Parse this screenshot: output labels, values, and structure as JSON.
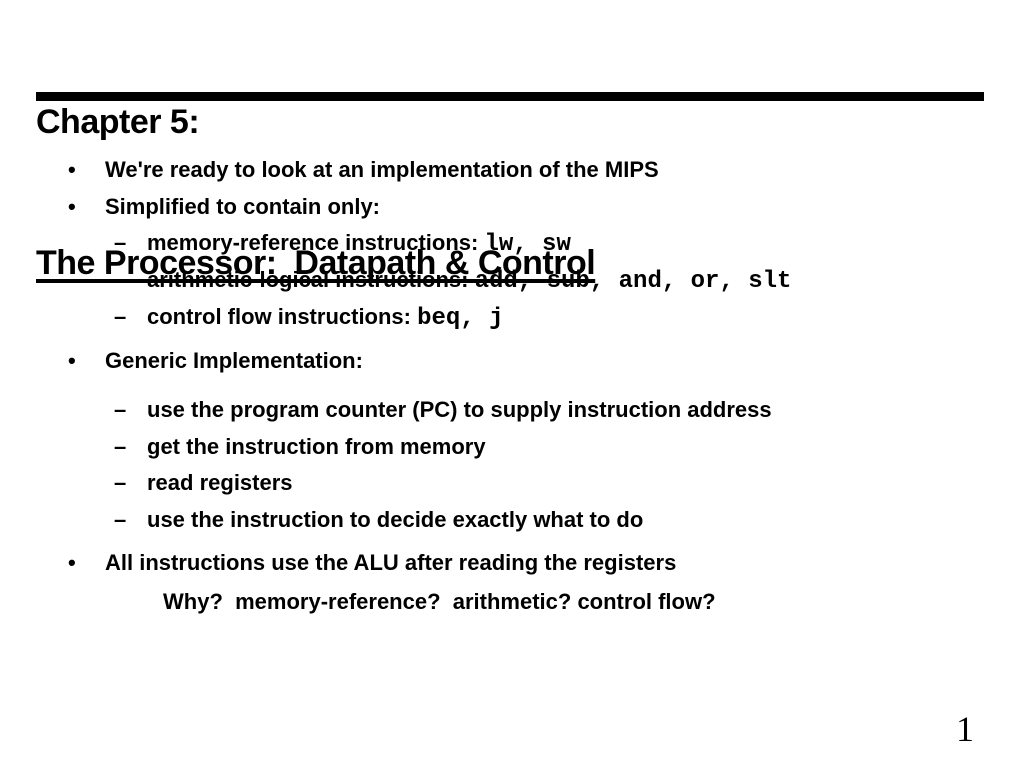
{
  "slide": {
    "title": {
      "line1": "Chapter 5:",
      "line2": "The Processor:  Datapath & Control"
    },
    "markers": {
      "bullet": "•",
      "dash": "–"
    },
    "bullets": [
      {
        "level": 1,
        "text": "We're ready to look at an implementation of the MIPS"
      },
      {
        "level": 1,
        "text": "Simplified to contain only:"
      },
      {
        "level": 2,
        "text": "memory-reference instructions: ",
        "mono": "lw, sw"
      },
      {
        "level": 2,
        "text": "arithmetic-logical instructions: ",
        "mono": "add, sub, and, or, slt"
      },
      {
        "level": 2,
        "text": "control flow instructions: ",
        "mono": "beq, j"
      },
      {
        "level": 1,
        "text": "Generic Implementation:"
      },
      {
        "level": 2,
        "text": "use the program counter (PC) to supply instruction address"
      },
      {
        "level": 2,
        "text": "get the instruction from memory"
      },
      {
        "level": 2,
        "text": "read registers"
      },
      {
        "level": 2,
        "text": "use the instruction to decide exactly what to do"
      },
      {
        "level": 1,
        "text": "All instructions use the ALU after reading the registers"
      },
      {
        "level": 0,
        "text": "Why?  memory-reference?  arithmetic? control flow?"
      }
    ],
    "page_number": "1",
    "colors": {
      "text": "#000000",
      "background": "#ffffff",
      "rule": "#000000"
    }
  }
}
